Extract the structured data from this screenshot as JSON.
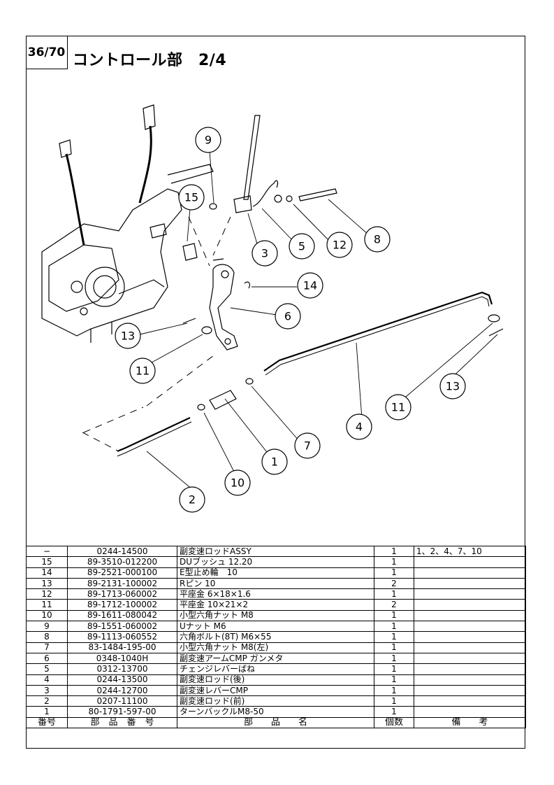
{
  "header": {
    "page_number": "36/70",
    "title": "コントロール部　2/4"
  },
  "callouts": [
    "9",
    "15",
    "3",
    "5",
    "12",
    "8",
    "14",
    "6",
    "13",
    "11",
    "4",
    "11",
    "13",
    "7",
    "1",
    "10",
    "2"
  ],
  "table": {
    "columns": {
      "no": "番号",
      "part_number": "部　品　番　号",
      "part_name": "部　　品　　名",
      "qty": "個数",
      "remarks": "備　　考"
    },
    "rows": [
      {
        "no": "−",
        "part_number": "0244-14500",
        "part_name": "副変速ロッドASSY",
        "qty": "1",
        "remarks": "1、2、4、7、10"
      },
      {
        "no": "15",
        "part_number": "89-3510-012200",
        "part_name": "DUブッシュ 12.20",
        "qty": "1",
        "remarks": ""
      },
      {
        "no": "14",
        "part_number": "89-2521-000100",
        "part_name": "E型止め輪　10",
        "qty": "1",
        "remarks": ""
      },
      {
        "no": "13",
        "part_number": "89-2131-100002",
        "part_name": "Rピン 10",
        "qty": "2",
        "remarks": ""
      },
      {
        "no": "12",
        "part_number": "89-1713-060002",
        "part_name": "平座金 6×18×1.6",
        "qty": "1",
        "remarks": ""
      },
      {
        "no": "11",
        "part_number": "89-1712-100002",
        "part_name": "平座金 10×21×2",
        "qty": "2",
        "remarks": ""
      },
      {
        "no": "10",
        "part_number": "89-1611-080042",
        "part_name": "小型六角ナット M8",
        "qty": "1",
        "remarks": ""
      },
      {
        "no": "9",
        "part_number": "89-1551-060002",
        "part_name": "Uナット M6",
        "qty": "1",
        "remarks": ""
      },
      {
        "no": "8",
        "part_number": "89-1113-060552",
        "part_name": "六角ボルト(8T) M6×55",
        "qty": "1",
        "remarks": ""
      },
      {
        "no": "7",
        "part_number": "83-1484-195-00",
        "part_name": "小型六角ナット M8(左)",
        "qty": "1",
        "remarks": ""
      },
      {
        "no": "6",
        "part_number": "0348-1040H",
        "part_name": "副変速アームCMP ガンメタ",
        "qty": "1",
        "remarks": ""
      },
      {
        "no": "5",
        "part_number": "0312-13700",
        "part_name": "チェンジレバーばね",
        "qty": "1",
        "remarks": ""
      },
      {
        "no": "4",
        "part_number": "0244-13500",
        "part_name": "副変速ロッド(後)",
        "qty": "1",
        "remarks": ""
      },
      {
        "no": "3",
        "part_number": "0244-12700",
        "part_name": "副変速レバーCMP",
        "qty": "1",
        "remarks": ""
      },
      {
        "no": "2",
        "part_number": "0207-11100",
        "part_name": "副変速ロッド(前)",
        "qty": "1",
        "remarks": ""
      },
      {
        "no": "1",
        "part_number": "80-1791-597-00",
        "part_name": "ターンバックルM8-50",
        "qty": "1",
        "remarks": ""
      }
    ]
  }
}
